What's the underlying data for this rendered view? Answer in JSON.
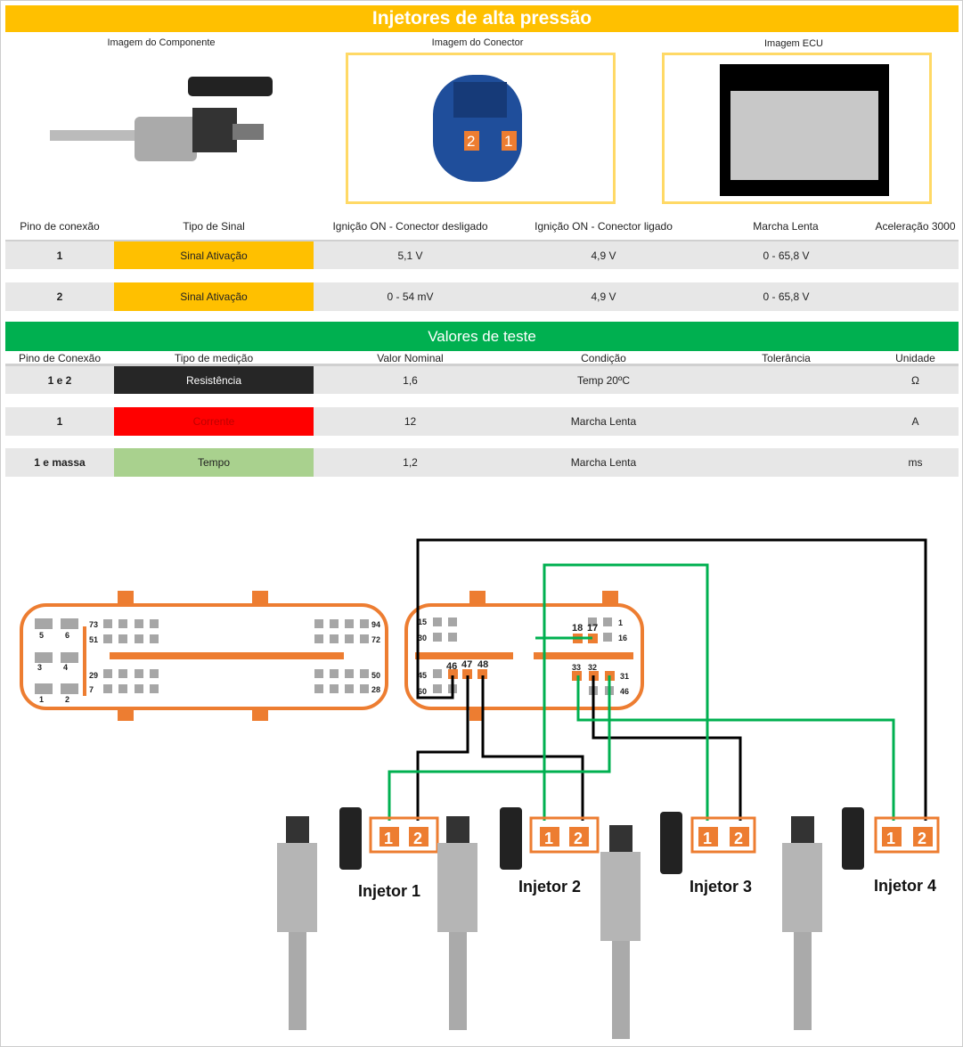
{
  "title": "Injetores de alta pressão",
  "images": {
    "component": "Imagem do Componente",
    "connector": "Imagem do Conector",
    "ecu": "Imagem ECU",
    "connector_pins": [
      "2",
      "1"
    ]
  },
  "signal_table": {
    "headers": [
      "Pino de conexão",
      "Tipo de Sinal",
      "Ignição ON - Conector desligado",
      "Ignição ON - Conector ligado",
      "Marcha Lenta",
      "Aceleração 3000"
    ],
    "rows": [
      {
        "pin": "1",
        "type": "Sinal Ativação",
        "ign_off": "5,1 V",
        "ign_on": "4,9 V",
        "idle": "0 - 65,8 V",
        "accel": ""
      },
      {
        "pin": "2",
        "type": "Sinal Ativação",
        "ign_off": "0 - 54 mV",
        "ign_on": "4,9 V",
        "idle": "0 - 65,8 V",
        "accel": ""
      }
    ]
  },
  "test_section": "Valores de teste",
  "test_table": {
    "headers": [
      "Pino de Conexão",
      "Tipo de medição",
      "Valor Nominal",
      "Condição",
      "Tolerância",
      "Unidade"
    ],
    "rows": [
      {
        "pin": "1 e 2",
        "type": "Resistência",
        "nominal": "1,6",
        "condition": "Temp 20ºC",
        "tolerance": "",
        "unit": "Ω",
        "color": "#262626",
        "text_color": "#ffffff"
      },
      {
        "pin": "1",
        "type": "Corrente",
        "nominal": "12",
        "condition": "Marcha Lenta",
        "tolerance": "",
        "unit": "A",
        "color": "#FF0000",
        "text_color": "#C00000"
      },
      {
        "pin": "1 e massa",
        "type": "Tempo",
        "nominal": "1,2",
        "condition": "Marcha Lenta",
        "tolerance": "",
        "unit": "ms",
        "color": "#A9D18E",
        "text_color": "#222222"
      }
    ]
  },
  "diagram": {
    "ecu_left_labels": [
      "5",
      "6",
      "3",
      "4",
      "1",
      "2",
      "73",
      "51",
      "29",
      "7",
      "94",
      "72",
      "50",
      "28"
    ],
    "ecu_right_labels": [
      "15",
      "30",
      "45",
      "60",
      "46",
      "47",
      "48",
      "18",
      "17",
      "1",
      "16",
      "33",
      "32",
      "31",
      "46"
    ],
    "injectors": [
      {
        "name": "Injetor 1",
        "pins": [
          "1",
          "2"
        ]
      },
      {
        "name": "Injetor 2",
        "pins": [
          "1",
          "2"
        ]
      },
      {
        "name": "Injetor 3",
        "pins": [
          "1",
          "2"
        ]
      },
      {
        "name": "Injetor 4",
        "pins": [
          "1",
          "2"
        ]
      }
    ]
  },
  "colors": {
    "orange": "#ED7D31",
    "yellow": "#FFC000",
    "green": "#00B050"
  }
}
